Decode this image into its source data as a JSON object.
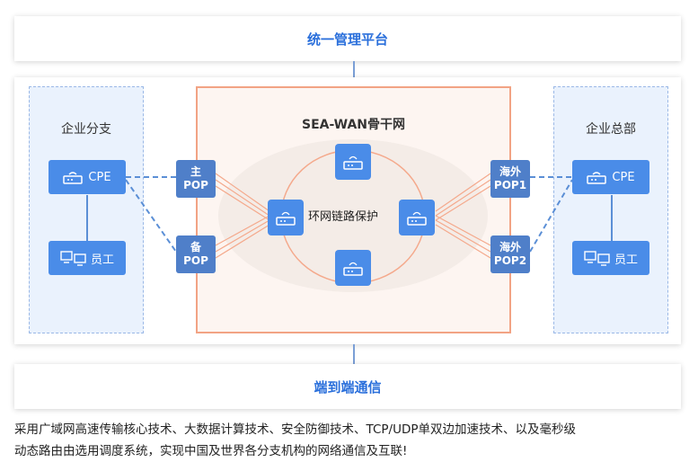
{
  "top_bar": {
    "label": "统一管理平台"
  },
  "bottom_bar": {
    "label": "端到端通信"
  },
  "left_branch": {
    "title": "企业分支",
    "cpe_label": "CPE",
    "staff_label": "员工"
  },
  "right_branch": {
    "title": "企业总部",
    "cpe_label": "CPE",
    "staff_label": "员工"
  },
  "backbone": {
    "title": "SEA-WAN骨干网",
    "ring_label": "环网链路保护"
  },
  "pops": {
    "left_main": {
      "line1": "主",
      "line2": "POP"
    },
    "left_backup": {
      "line1": "备",
      "line2": "POP"
    },
    "right_1": {
      "line1": "海外",
      "line2": "POP1"
    },
    "right_2": {
      "line1": "海外",
      "line2": "POP2"
    }
  },
  "caption": {
    "line1": "采用广域网高速传输核心技术、大数据计算技术、安全防御技术、TCP/UDP单双边加速技术、以及毫秒级",
    "line2": "动态路由由选用调度系统，实现中国及世界各分支机构的网络通信及互联!"
  },
  "colors": {
    "accent": "#2a6fdb",
    "node": "#4a8ce8",
    "pop": "#4f7fc9",
    "backbone_border": "#f2a384",
    "link": "#f4a98c",
    "dashed": "#5b8fd6"
  }
}
